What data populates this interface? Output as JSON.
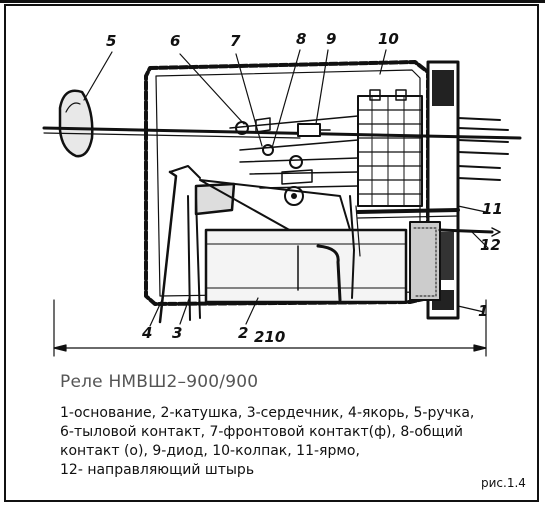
{
  "diagram": {
    "callouts": [
      {
        "id": "5",
        "label": "5"
      },
      {
        "id": "6",
        "label": "6"
      },
      {
        "id": "7",
        "label": "7"
      },
      {
        "id": "8",
        "label": "8"
      },
      {
        "id": "9",
        "label": "9"
      },
      {
        "id": "10",
        "label": "10"
      },
      {
        "id": "11",
        "label": "11"
      },
      {
        "id": "12",
        "label": "12"
      },
      {
        "id": "1",
        "label": "1"
      },
      {
        "id": "2",
        "label": "2"
      },
      {
        "id": "3",
        "label": "3"
      },
      {
        "id": "4",
        "label": "4"
      }
    ],
    "dimension": "210"
  },
  "caption": {
    "title": "Реле НМВШ2–900/900",
    "lines": [
      "1-основание, 2-катушка, 3-сердечник, 4-якорь, 5-ручка,",
      "6-тыловой контакт, 7-фронтовой контакт(ф), 8-общий",
      "контакт (о), 9-диод, 10-колпак, 11-ярмо,",
      "12- направляющий штырь"
    ],
    "figure_label": "рис.1.4"
  }
}
